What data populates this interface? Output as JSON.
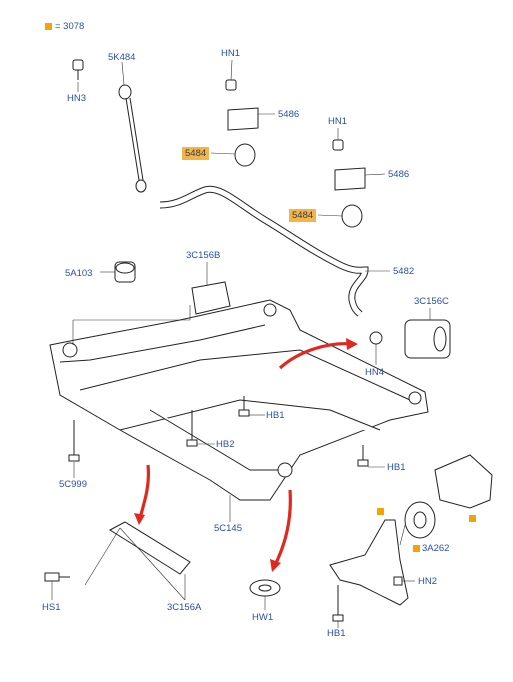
{
  "legend": {
    "marker_color": "#f2a500",
    "text": "= 3078"
  },
  "labels": {
    "5K484": "5K484",
    "HN3": "HN3",
    "HN1_a": "HN1",
    "HN1_b": "HN1",
    "5486_a": "5486",
    "5486_b": "5486",
    "5484_a": "5484",
    "5484_b": "5484",
    "5482": "5482",
    "5A103": "5A103",
    "3C156B": "3C156B",
    "3C156C": "3C156C",
    "HN4": "HN4",
    "HB1_a": "HB1",
    "HB1_b": "HB1",
    "HB1_c": "HB1",
    "HB2": "HB2",
    "5C999": "5C999",
    "5C145": "5C145",
    "3A262": "3A262",
    "HN2": "HN2",
    "HW1": "HW1",
    "HS1": "HS1",
    "3C156A": "3C156A"
  },
  "colors": {
    "label": "#2a4fa8",
    "highlight": "#f2b54a",
    "arrow": "#e0281e",
    "line": "#222222"
  }
}
